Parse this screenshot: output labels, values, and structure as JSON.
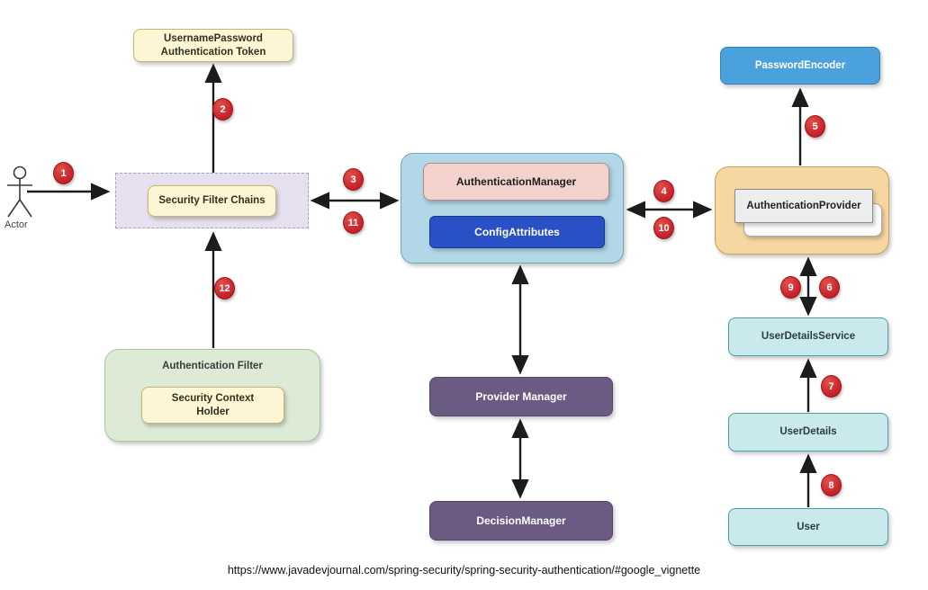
{
  "diagram": {
    "actor_label": "Actor",
    "nodes": {
      "username_password_token": "UsernamePassword\nAuthentication Token",
      "security_filter_chains": "Security Filter Chains",
      "authentication_manager": "AuthenticationManager",
      "config_attributes": "ConfigAttributes",
      "password_encoder": "PasswordEncoder",
      "authentication_provider": "AuthenticationProvider",
      "user_details_service": "UserDetailsService",
      "user_details": "UserDetails",
      "user": "User",
      "authentication_filter": "Authentication Filter",
      "security_context_holder": "Security Context\nHolder",
      "provider_manager": "Provider Manager",
      "decision_manager": "DecisionManager"
    },
    "steps": [
      "1",
      "2",
      "3",
      "4",
      "5",
      "6",
      "7",
      "8",
      "9",
      "10",
      "11",
      "12"
    ],
    "colors": {
      "badge_red": "#c8232a",
      "yellow_fill": "#fdf6d5",
      "lavender_fill": "#e7e1ef",
      "blue_container_fill": "#b2d7e6",
      "pink_fill": "#f3d1cd",
      "royal_blue_fill": "#2a50c5",
      "sky_blue_fill": "#4aa1dc",
      "orange_fill": "#f6d7a2",
      "cyan_fill": "#c9e9ea",
      "green_fill": "#dcead6",
      "purple_fill": "#6b5b83",
      "arrow_color": "#1c1c1c"
    },
    "source_url": "https://www.javadevjournal.com/spring-security/spring-security-authentication/#google_vignette"
  }
}
